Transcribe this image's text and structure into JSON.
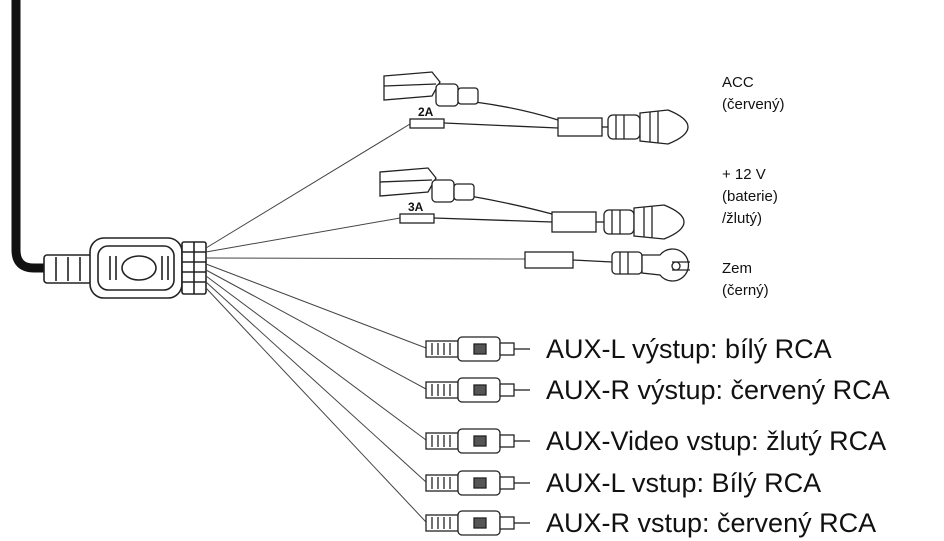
{
  "power_wires": [
    {
      "label_lines": [
        "ACC",
        "(červený)"
      ],
      "fuse": "2A"
    },
    {
      "label_lines": [
        "+ 12 V",
        "(baterie)",
        "/žlutý)"
      ],
      "fuse": "3A"
    },
    {
      "label_lines": [
        "Zem",
        "(černý)"
      ]
    }
  ],
  "rca_connectors": [
    {
      "label": "AUX-L výstup: bílý RCA"
    },
    {
      "label": "AUX-R výstup: červený RCA"
    },
    {
      "label": "AUX-Video vstup: žlutý RCA"
    },
    {
      "label": "AUX-L vstup: Bílý RCA"
    },
    {
      "label": "AUX-R vstup: červený RCA"
    }
  ]
}
